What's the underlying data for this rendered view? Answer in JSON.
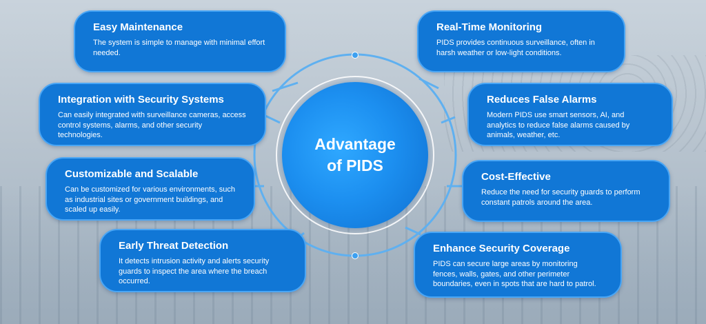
{
  "hub": {
    "title": "Advantage\nof PIDS"
  },
  "left_cards": [
    {
      "title": "Easy Maintenance",
      "body": "The system is simple to manage with minimal effort needed."
    },
    {
      "title": "Integration with Security Systems",
      "body": "Can easily integrated with surveillance cameras, access control systems, alarms, and other security technologies."
    },
    {
      "title": "Customizable and Scalable",
      "body": "Can be customized for various environments, such as industrial sites or government buildings, and scaled up easily."
    },
    {
      "title": "Early Threat Detection",
      "body": "It detects intrusion activity and alerts security guards to inspect the area where the breach occurred."
    }
  ],
  "right_cards": [
    {
      "title": "Real-Time Monitoring",
      "body": "PIDS provides continuous surveillance, often in harsh weather or low-light conditions."
    },
    {
      "title": "Reduces False Alarms",
      "body": "Modern PIDS use smart sensors, AI, and analytics to reduce false alarms caused by animals, weather, etc."
    },
    {
      "title": "Cost-Effective",
      "body": "Reduce the need for security guards to perform constant patrols around the area."
    },
    {
      "title": "Enhance Security Coverage",
      "body": "PIDS can secure large  areas by monitoring fences, walls, gates, and other perimeter boundaries, even in spots that are hard to patrol."
    }
  ],
  "colors": {
    "card": "#1177d6",
    "card_border": "#4aa6f5",
    "ring": "#5fb0f0",
    "hub": "#1c8ff0"
  }
}
